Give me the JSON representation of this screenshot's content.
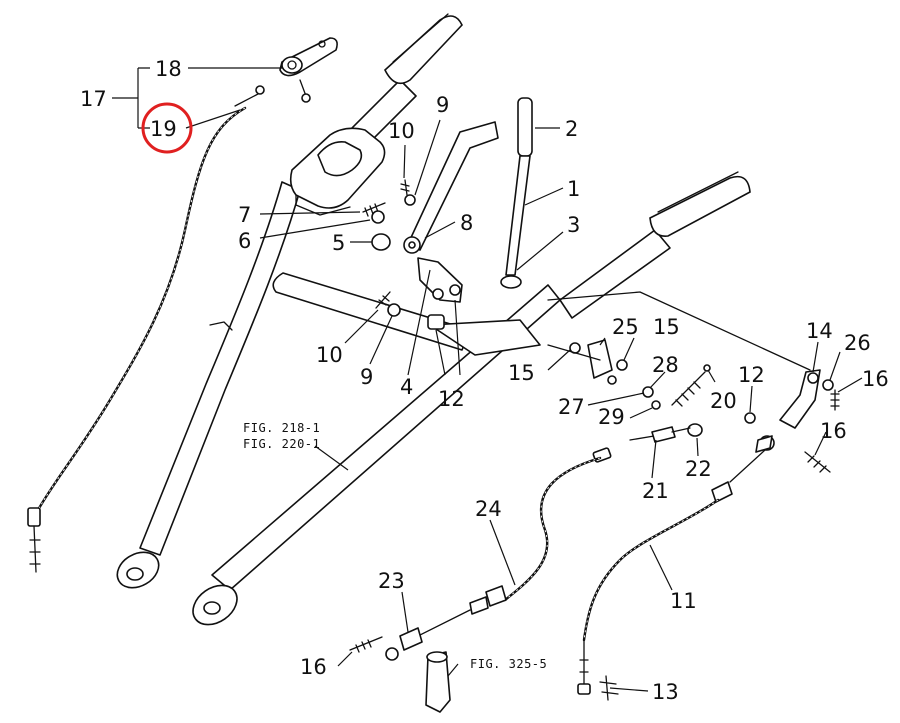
{
  "diagram": {
    "callouts": {
      "c1": "1",
      "c2": "2",
      "c3": "3",
      "c4": "4",
      "c5": "5",
      "c6": "6",
      "c7": "7",
      "c8": "8",
      "c9a": "9",
      "c9b": "9",
      "c10a": "10",
      "c10b": "10",
      "c11": "11",
      "c12a": "12",
      "c12b": "12",
      "c13": "13",
      "c14": "14",
      "c15a": "15",
      "c15b": "15",
      "c16a": "16",
      "c16b": "16",
      "c16c": "16",
      "c17": "17",
      "c18": "18",
      "c19": "19",
      "c20": "20",
      "c21": "21",
      "c22": "22",
      "c23": "23",
      "c24": "24",
      "c25": "25",
      "c26": "26",
      "c27": "27",
      "c28": "28",
      "c29": "29"
    },
    "figure_refs": {
      "fig_a": "FIG. 218-1",
      "fig_b": "FIG. 220-1",
      "fig_c": "FIG. 325-5"
    },
    "highlighted_part": "19",
    "highlight_color": "#e02020"
  }
}
